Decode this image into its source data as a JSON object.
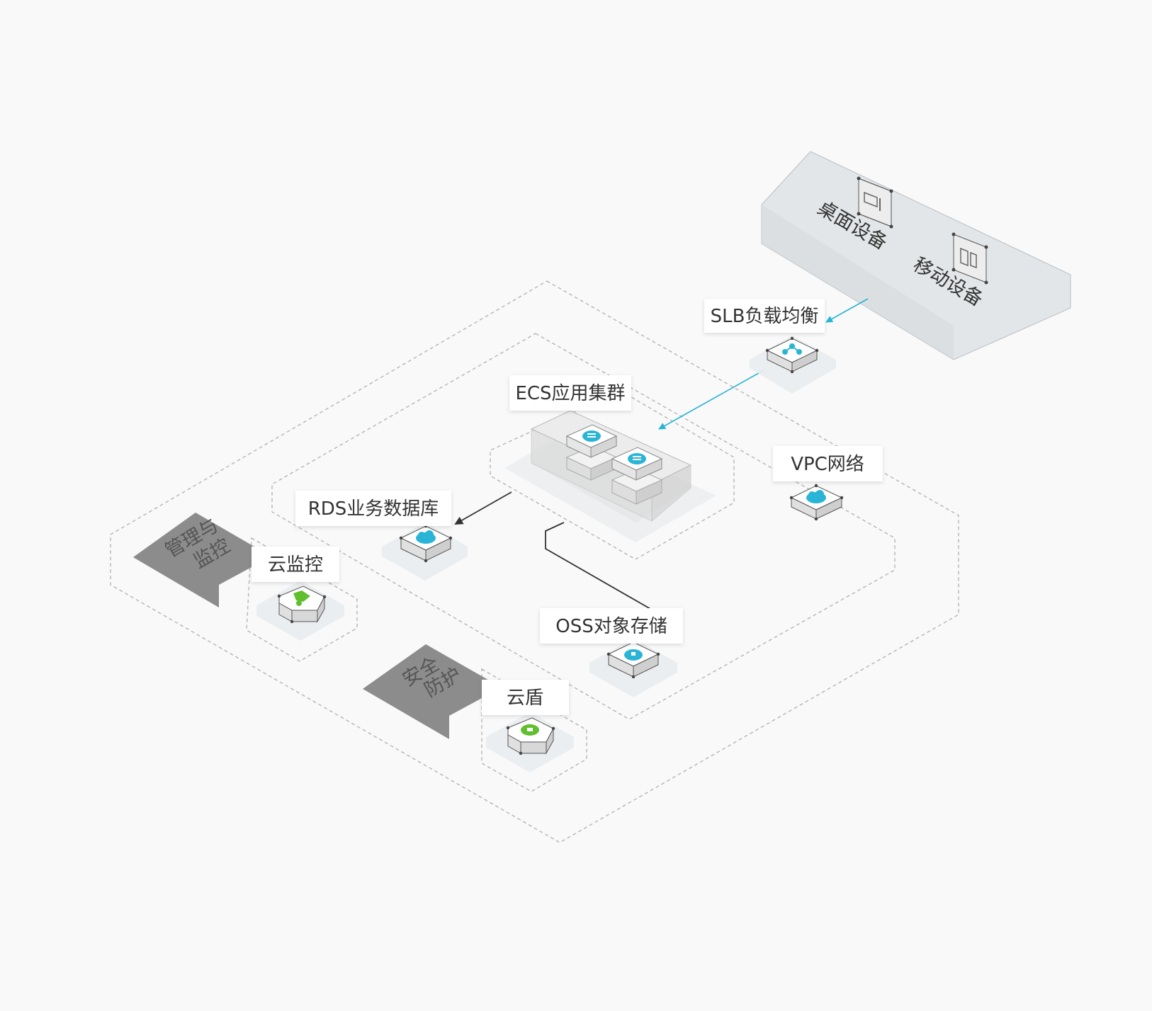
{
  "clients": {
    "desktop": "桌面设备",
    "mobile": "移动设备"
  },
  "nodes": {
    "slb": "SLB负载均衡",
    "ecs": "ECS应用集群",
    "vpc": "VPC网络",
    "rds": "RDS业务数据库",
    "oss": "OSS对象存储",
    "cloud_monitor": "云监控",
    "cloud_shield": "云盾"
  },
  "groups": {
    "management": {
      "line1": "管理与",
      "line2": "监控"
    },
    "security": {
      "line1": "安全",
      "line2": "防护"
    }
  },
  "colors": {
    "accent": "#2ab4d6",
    "arrow_dark": "#333333",
    "green": "#5fbf2e",
    "group_bg": "#8c8c8c",
    "dashed": "#b5b5b5"
  }
}
